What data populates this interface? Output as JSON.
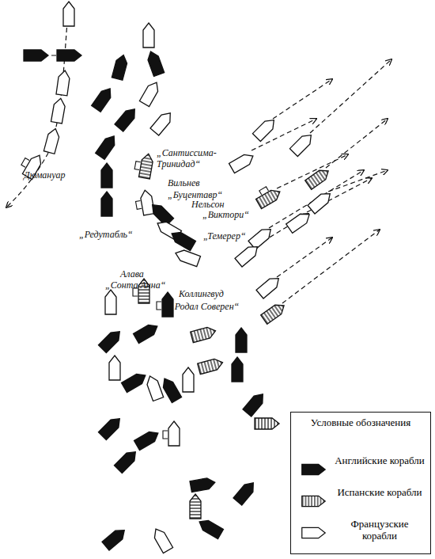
{
  "diagram": {
    "labels": [
      "Дюмануар",
      "„Сантиссима-Тринидад“",
      "Вильнев",
      "„Буцентавр“",
      "Нельсон",
      "„Виктори“",
      "„Редутабль“",
      "„Темерер“",
      "Алава",
      "„Сонта Анна“",
      "Коллингвуд",
      "„Родал Соверен“",
      "Условные обозначения"
    ],
    "legend": [
      {
        "text": "Английские корабли"
      },
      {
        "text": "Испанские корабли"
      },
      {
        "text": "Французские корабли"
      }
    ]
  }
}
